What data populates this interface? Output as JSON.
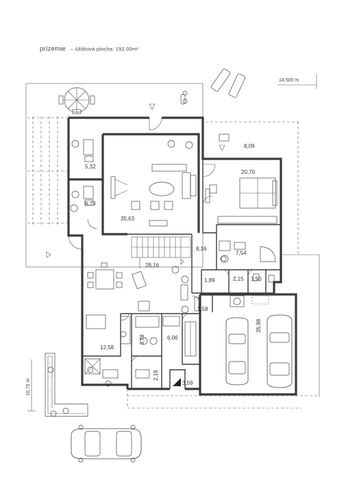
{
  "plan": {
    "title": "prízemie",
    "subtitle": "– úžitková plocha: 192,00m²",
    "dim_width": "14,500 m",
    "dim_height": "16,75 m"
  },
  "rooms": [
    {
      "id": "terrace-top",
      "area": "5,32"
    },
    {
      "id": "terrace-mid",
      "area": "6,73"
    },
    {
      "id": "living",
      "area": "35,63"
    },
    {
      "id": "terrace-right",
      "area": "8,09"
    },
    {
      "id": "bedroom",
      "area": "20,70"
    },
    {
      "id": "corridor",
      "area": "8,16"
    },
    {
      "id": "hall",
      "area": "28,16"
    },
    {
      "id": "bathroom",
      "area": "7,54"
    },
    {
      "id": "wardrobe",
      "area": "1,89"
    },
    {
      "id": "wc-a",
      "area": "2,15"
    },
    {
      "id": "wc-b",
      "area": "1,90"
    },
    {
      "id": "utility",
      "area": "1,58"
    },
    {
      "id": "garage",
      "area": "35,98"
    },
    {
      "id": "pantry",
      "area": "3,78"
    },
    {
      "id": "boiler",
      "area": "6,06"
    },
    {
      "id": "kitchen",
      "area": "12,58"
    },
    {
      "id": "storage",
      "area": "2,16"
    },
    {
      "id": "entrance",
      "area": "3,59"
    }
  ]
}
